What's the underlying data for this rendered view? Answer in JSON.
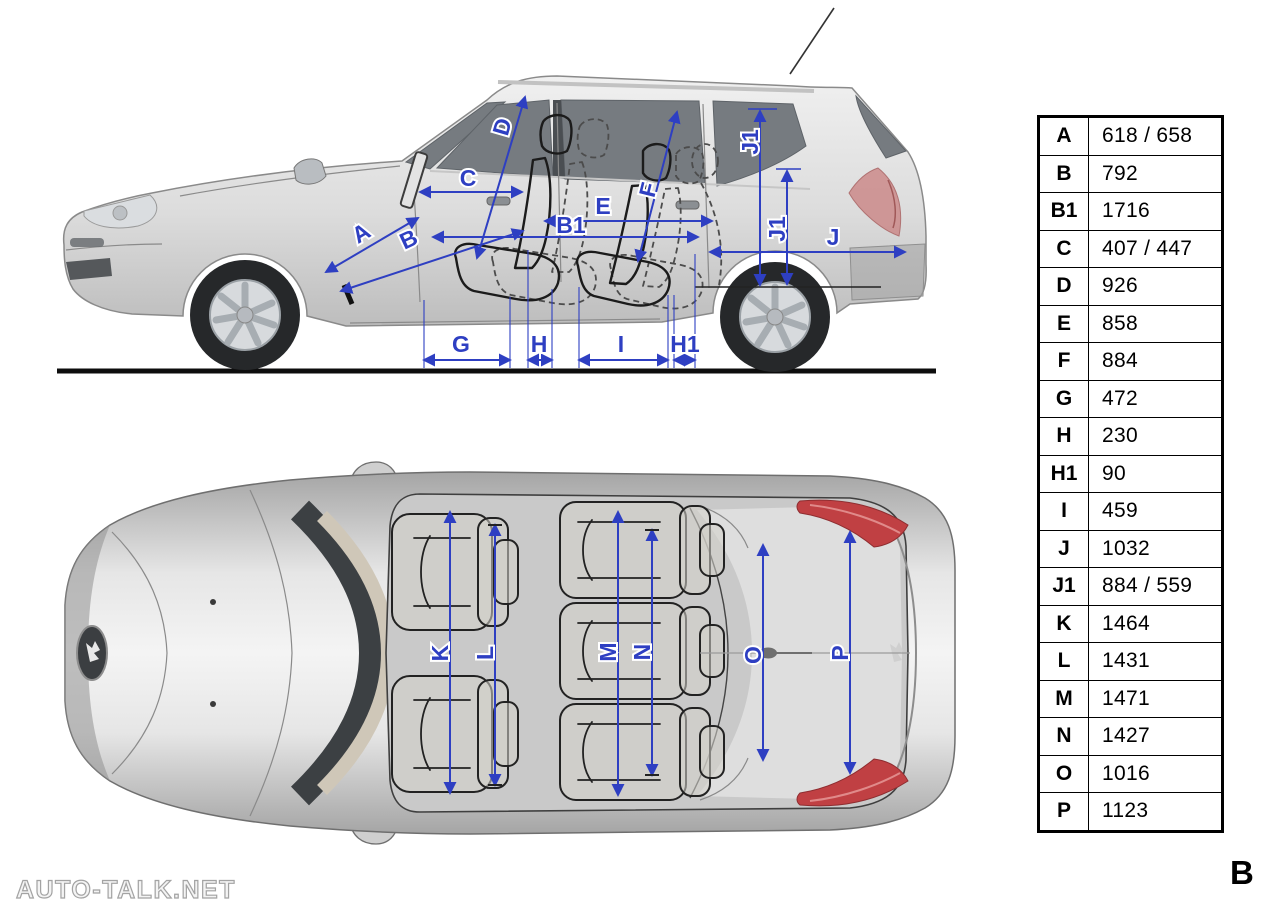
{
  "page": {
    "watermark": "AUTO-TALK.NET",
    "page_letter": "B"
  },
  "colors": {
    "dimension_blue": "#2e3fc2",
    "body_gray": "#d2d2d2",
    "taillight_red": "#c04043",
    "table_border": "#000000"
  },
  "dimension_table": {
    "rows": [
      {
        "label": "A",
        "value": "618 / 658"
      },
      {
        "label": "B",
        "value": "792"
      },
      {
        "label": "B1",
        "value": "1716"
      },
      {
        "label": "C",
        "value": "407 / 447"
      },
      {
        "label": "D",
        "value": "926"
      },
      {
        "label": "E",
        "value": "858"
      },
      {
        "label": "F",
        "value": "884"
      },
      {
        "label": "G",
        "value": "472"
      },
      {
        "label": "H",
        "value": "230"
      },
      {
        "label": "H1",
        "value": "90"
      },
      {
        "label": "I",
        "value": "459"
      },
      {
        "label": "J",
        "value": "1032"
      },
      {
        "label": "J1",
        "value": "884 / 559"
      },
      {
        "label": "K",
        "value": "1464"
      },
      {
        "label": "L",
        "value": "1431"
      },
      {
        "label": "M",
        "value": "1471"
      },
      {
        "label": "N",
        "value": "1427"
      },
      {
        "label": "O",
        "value": "1016"
      },
      {
        "label": "P",
        "value": "1123"
      }
    ]
  },
  "side_view": {
    "dims": {
      "a": "A",
      "b": "B",
      "b1": "B1",
      "c": "C",
      "d": "D",
      "e": "E",
      "f": "F",
      "g": "G",
      "h": "H",
      "h1": "H1",
      "i": "I",
      "j": "J",
      "j1_upper": "J1",
      "j1_lower": "J1"
    }
  },
  "top_view": {
    "dims": {
      "k": "K",
      "l": "L",
      "m": "M",
      "n": "N",
      "o": "O",
      "p": "P"
    }
  }
}
